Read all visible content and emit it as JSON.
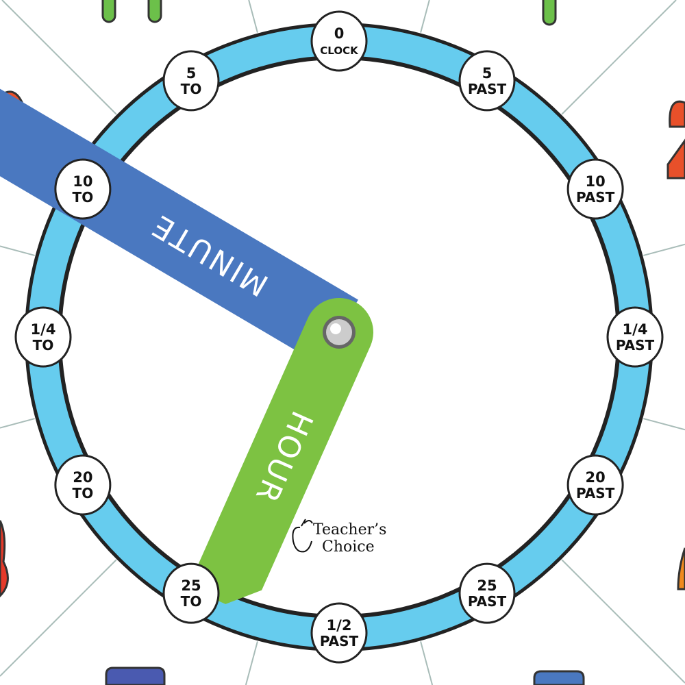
{
  "clock": {
    "ring_color": "#66ccee",
    "markers": [
      {
        "top": "0",
        "bottom": "CLOCK"
      },
      {
        "top": "5",
        "bottom": "PAST"
      },
      {
        "top": "10",
        "bottom": "PAST"
      },
      {
        "top": "1/4",
        "bottom": "PAST"
      },
      {
        "top": "20",
        "bottom": "PAST"
      },
      {
        "top": "25",
        "bottom": "PAST"
      },
      {
        "top": "1/2",
        "bottom": "PAST"
      },
      {
        "top": "25",
        "bottom": "TO"
      },
      {
        "top": "20",
        "bottom": "TO"
      },
      {
        "top": "1/4",
        "bottom": "TO"
      },
      {
        "top": "10",
        "bottom": "TO"
      },
      {
        "top": "5",
        "bottom": "TO"
      }
    ],
    "minute_hand": {
      "label": "MINUTE",
      "color": "#4a78c0"
    },
    "hour_hand": {
      "label": "HOUR",
      "color": "#7dc242"
    }
  },
  "logo": {
    "line1": "Teacher’s",
    "line2": "Choice"
  }
}
